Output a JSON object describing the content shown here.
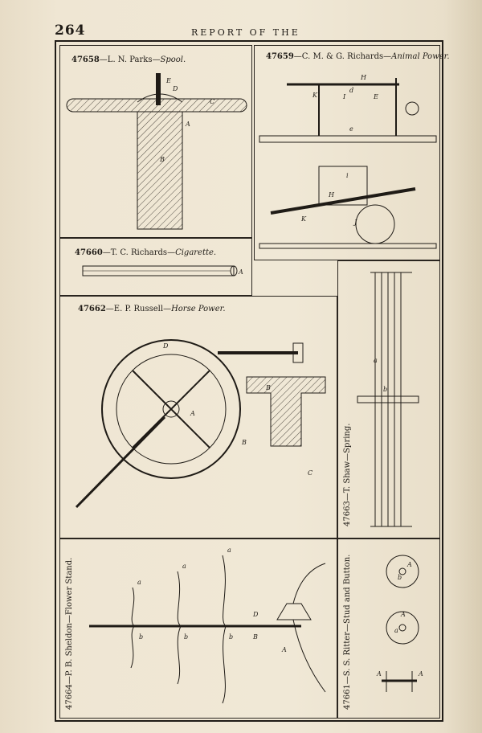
{
  "header": {
    "page_number": "264",
    "running_head": "REPORT OF THE"
  },
  "patents": [
    {
      "number": "47658",
      "inventor": "L. N. Parks",
      "title": "Spool."
    },
    {
      "number": "47659",
      "inventor": "C. M. & G. Richards",
      "title": "Animal Power."
    },
    {
      "number": "47660",
      "inventor": "T. C. Richards",
      "title": "Cigarette."
    },
    {
      "number": "47662",
      "inventor": "E. P. Russell",
      "title": "Horse Power."
    },
    {
      "number": "47663",
      "inventor": "T. Shaw",
      "title": "Spring."
    },
    {
      "number": "47664",
      "inventor": "P. B. Sheldon",
      "title": "Flower Stand."
    },
    {
      "number": "47661",
      "inventor": "S. S. Ritter",
      "title": "Stud and Button."
    }
  ],
  "figure_labels": {
    "spool": [
      "E",
      "D",
      "C",
      "A",
      "B"
    ],
    "animal_power": [
      "H",
      "K",
      "I",
      "d",
      "E",
      "e",
      "i",
      "H",
      "K",
      "J"
    ],
    "cigarette": [
      "A"
    ],
    "horse_power": [
      "D",
      "A",
      "B",
      "B",
      "C"
    ],
    "spring": [
      "a",
      "b"
    ],
    "flower_stand": [
      "a",
      "a",
      "a",
      "b",
      "b",
      "b",
      "B",
      "D",
      "A"
    ],
    "stud_button": [
      "A",
      "b",
      "a",
      "A",
      "A",
      "A"
    ]
  },
  "sep": "—"
}
